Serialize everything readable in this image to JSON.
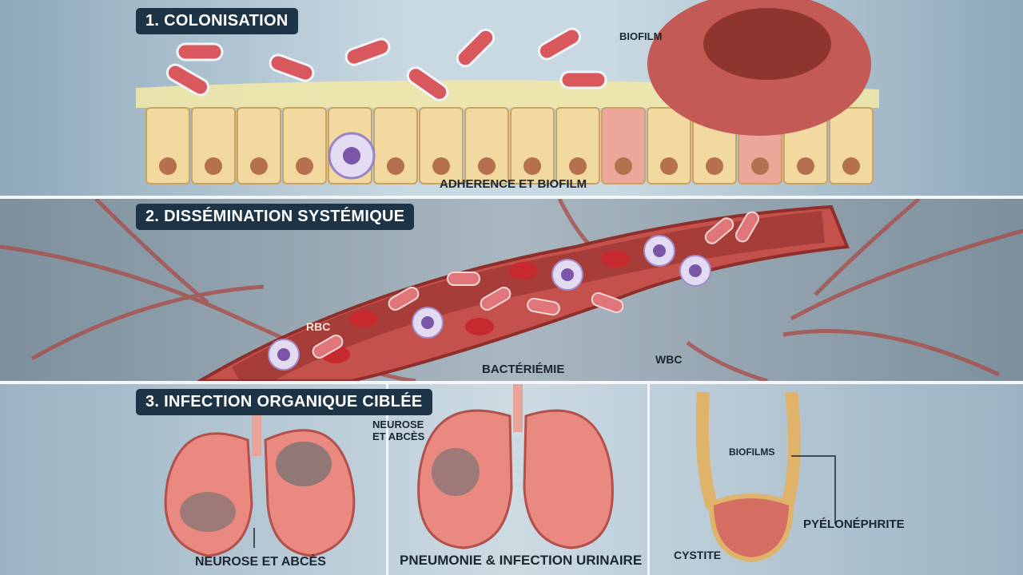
{
  "sections": [
    {
      "title": "1. COLONISATION"
    },
    {
      "title": "2. DISSÉMINATION SYSTÉMIQUE"
    },
    {
      "title": "3. INFECTION ORGANIQUE CIBLÉE"
    }
  ],
  "labels": {
    "biofilm": "BIOFILM",
    "adherence": "ADHERENCE ET BIOFILM",
    "rbc": "RBC",
    "bacteriemie": "BACTÉRIÉMIE",
    "wbc": "WBC",
    "neurose_top_line1": "NEUROSE",
    "neurose_top_line2": "ET ABCÈS",
    "neurose_bottom": "NEUROSE ET ABCÈS",
    "pneumonie": "PNEUMONIE & INFECTION URINAIRE",
    "biofilms": "BIOFILMS",
    "pyelonephrite": "PYÉLONÉPHRITE",
    "cystite": "CYSTITE"
  },
  "colors": {
    "badge": "#1c3445",
    "vessel": "#b8433e",
    "cell": "#f1d9a0",
    "bacteria": "#d8585e"
  }
}
